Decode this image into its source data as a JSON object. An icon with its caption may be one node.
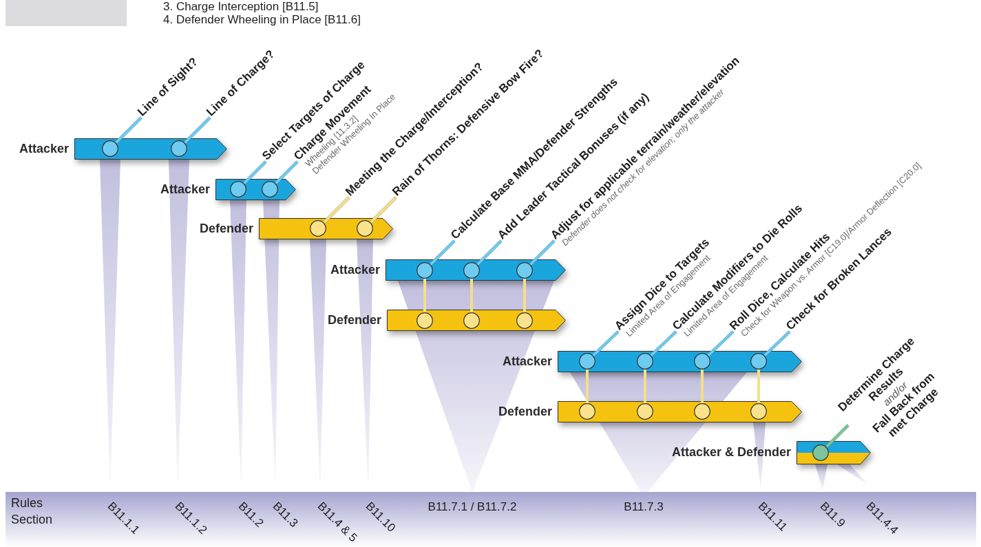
{
  "diagram": {
    "nodes": [
      {
        "text": [],
        "shape": "bar",
        "beside": [
          "Attacker"
        ]
      },
      {
        "text": [],
        "shape": "circle",
        "in": 0
      },
      {
        "text": [],
        "shape": "circle",
        "in": 0
      },
      {
        "text": [
          "Line of Sight?"
        ]
      },
      {
        "text": [
          "Line of Charge?"
        ]
      },
      {
        "text": [],
        "shape": "bar",
        "beside": [
          "Attacker"
        ]
      },
      {
        "text": [],
        "shape": "circle",
        "in": 5
      },
      {
        "text": [],
        "shape": "circle",
        "in": 5
      },
      {
        "text": [
          "Select Targets of Charge"
        ]
      },
      {
        "text": [
          "Charge Movement",
          "Wheeling [11.3.2]",
          "Defender Wheeling In Place"
        ]
      },
      {
        "text": [],
        "shape": "bar",
        "beside": [
          "Defender"
        ]
      },
      {
        "text": [],
        "shape": "circle",
        "in": 10
      },
      {
        "text": [],
        "shape": "circle",
        "in": 10
      },
      {
        "text": [
          "Meeting the Charge/Interception?"
        ]
      },
      {
        "text": [
          "Rain of Thorns: Defensive Bow Fire?"
        ]
      },
      {
        "text": [],
        "shape": "bar",
        "beside": [
          "Attacker"
        ]
      },
      {
        "text": [],
        "shape": "circle",
        "in": 15
      },
      {
        "text": [],
        "shape": "circle",
        "in": 15
      },
      {
        "text": [],
        "shape": "circle",
        "in": 15
      },
      {
        "text": [
          "Calculate Base MMA/Defender Strengths"
        ]
      },
      {
        "text": [
          "Add Leader Tactical Bonuses (if any)"
        ]
      },
      {
        "text": [
          "Adjust for applicable terrain/weather/elevation",
          "Defender does not check for elevation; only the attacker"
        ]
      },
      {
        "text": [],
        "shape": "bar",
        "beside": [
          "Defender"
        ]
      },
      {
        "text": [],
        "shape": "circle",
        "in": 22
      },
      {
        "text": [],
        "shape": "circle",
        "in": 22
      },
      {
        "text": [],
        "shape": "circle",
        "in": 22
      },
      {
        "text": [],
        "shape": "bar",
        "beside": [
          "Attacker"
        ]
      },
      {
        "text": [],
        "shape": "circle",
        "in": 26
      },
      {
        "text": [],
        "shape": "circle",
        "in": 26
      },
      {
        "text": [],
        "shape": "circle",
        "in": 26
      },
      {
        "text": [],
        "shape": "circle",
        "in": 26
      },
      {
        "text": [
          "Assign Dice to Targets",
          "Limited Area of Engagement"
        ]
      },
      {
        "text": [
          "Calculate Modifiers to Die Rolls",
          "Limited Area of Engagement"
        ]
      },
      {
        "text": [
          "Roll Dice, Calculate Hits",
          "Check for Weapon vs. Armor [C19.0]/Armor Deflection [C20.0]"
        ]
      },
      {
        "text": [
          "Check for Broken Lances"
        ]
      },
      {
        "text": [],
        "shape": "bar",
        "beside": [
          "Defender"
        ]
      },
      {
        "text": [],
        "shape": "circle",
        "in": 35
      },
      {
        "text": [],
        "shape": "circle",
        "in": 35
      },
      {
        "text": [],
        "shape": "circle",
        "in": 35
      },
      {
        "text": [],
        "shape": "circle",
        "in": 35
      },
      {
        "text": [],
        "shape": "bar",
        "beside": [
          "Attacker & Defender"
        ]
      },
      {
        "text": [],
        "shape": "circle",
        "in": 40
      },
      {
        "text": [
          "Determine Charge Results",
          "and/or",
          "Fall Back from met Charge"
        ]
      }
    ],
    "edges": [
      {
        "from": 3,
        "to": 1,
        "arrow": "none"
      },
      {
        "from": 4,
        "to": 2,
        "arrow": "none"
      },
      {
        "from": 8,
        "to": 6,
        "arrow": "none"
      },
      {
        "from": 9,
        "to": 7,
        "arrow": "none"
      },
      {
        "from": 13,
        "to": 11,
        "arrow": "none",
        "color": "#f3df8a"
      },
      {
        "from": 14,
        "to": 12,
        "arrow": "none",
        "color": "#f3df8a"
      },
      {
        "from": 19,
        "to": 16,
        "arrow": "none"
      },
      {
        "from": 20,
        "to": 17,
        "arrow": "none"
      },
      {
        "from": 21,
        "to": 18,
        "arrow": "none"
      },
      {
        "from": 16,
        "to": 23,
        "arrow": "none",
        "color": "#f3df8a"
      },
      {
        "from": 17,
        "to": 24,
        "arrow": "none",
        "color": "#f3df8a"
      },
      {
        "from": 18,
        "to": 25,
        "arrow": "none",
        "color": "#f3df8a"
      },
      {
        "from": 31,
        "to": 27,
        "arrow": "none"
      },
      {
        "from": 32,
        "to": 28,
        "arrow": "none"
      },
      {
        "from": 33,
        "to": 29,
        "arrow": "none"
      },
      {
        "from": 34,
        "to": 30,
        "arrow": "none"
      },
      {
        "from": 27,
        "to": 36,
        "arrow": "none",
        "color": "#f3df8a"
      },
      {
        "from": 28,
        "to": 37,
        "arrow": "none",
        "color": "#f3df8a"
      },
      {
        "from": 29,
        "to": 38,
        "arrow": "none",
        "color": "#f3df8a"
      },
      {
        "from": 30,
        "to": 39,
        "arrow": "none",
        "color": "#f3df8a"
      },
      {
        "from": 42,
        "to": 41,
        "arrow": "none",
        "color": "#7cc59a"
      }
    ],
    "labels": [
      "3. Charge Interception [B11.5]",
      "4. Defender Wheeling in Place [B11.6]",
      "Rules Section",
      "B11.1.1",
      "B11.1.2",
      "B11.2",
      "B11.3",
      "B11.4 & 5",
      "B11.10",
      "B11.7.1 / B11.7.2",
      "B11.7.3",
      "B11.11",
      "B11.9",
      "B11.4.4"
    ]
  }
}
